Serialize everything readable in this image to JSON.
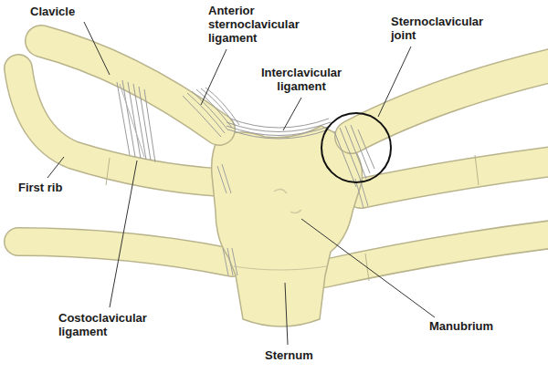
{
  "diagram": {
    "labels": [
      "Clavicle",
      "Anterior sternoclavicular ligament",
      "Interclavicular ligament",
      "Sternoclavicular joint",
      "First rib",
      "Costoclavicular ligament",
      "Manubrium",
      "Sternum"
    ]
  }
}
